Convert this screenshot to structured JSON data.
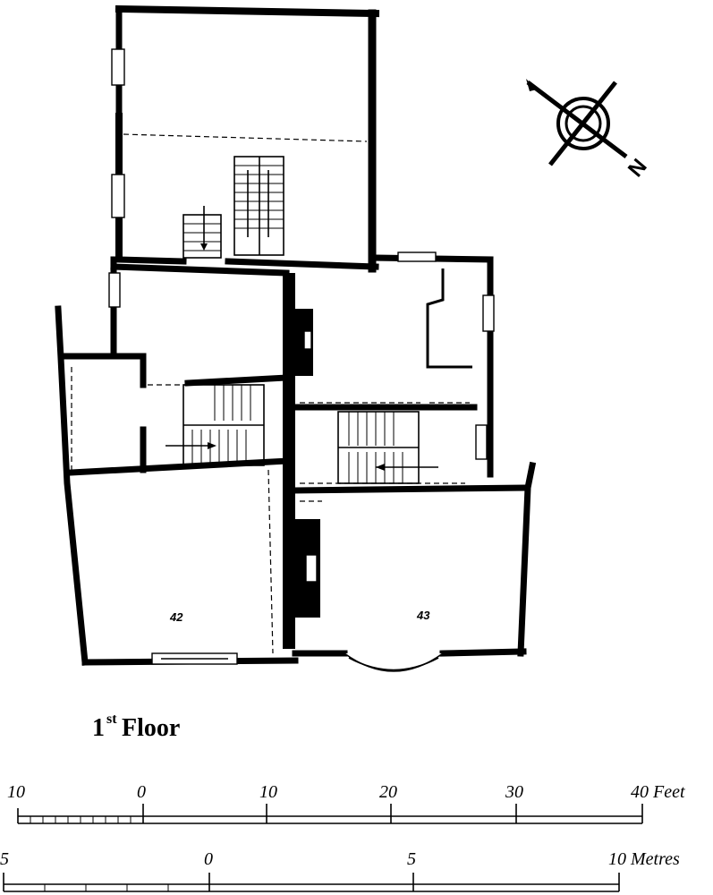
{
  "title": {
    "prefix": "1",
    "superscript": "st",
    "suffix": " Floor"
  },
  "rooms": [
    {
      "id": "room-42",
      "label": "42"
    },
    {
      "id": "room-43",
      "label": "43"
    }
  ],
  "north_arrow": {
    "label": "N",
    "icon": "north-arrow-icon"
  },
  "scale_feet": {
    "ticks": [
      "10",
      "0",
      "10",
      "20",
      "30",
      "40 Feet"
    ]
  },
  "scale_metres": {
    "ticks": [
      "5",
      "0",
      "5",
      "10 Metres"
    ]
  }
}
